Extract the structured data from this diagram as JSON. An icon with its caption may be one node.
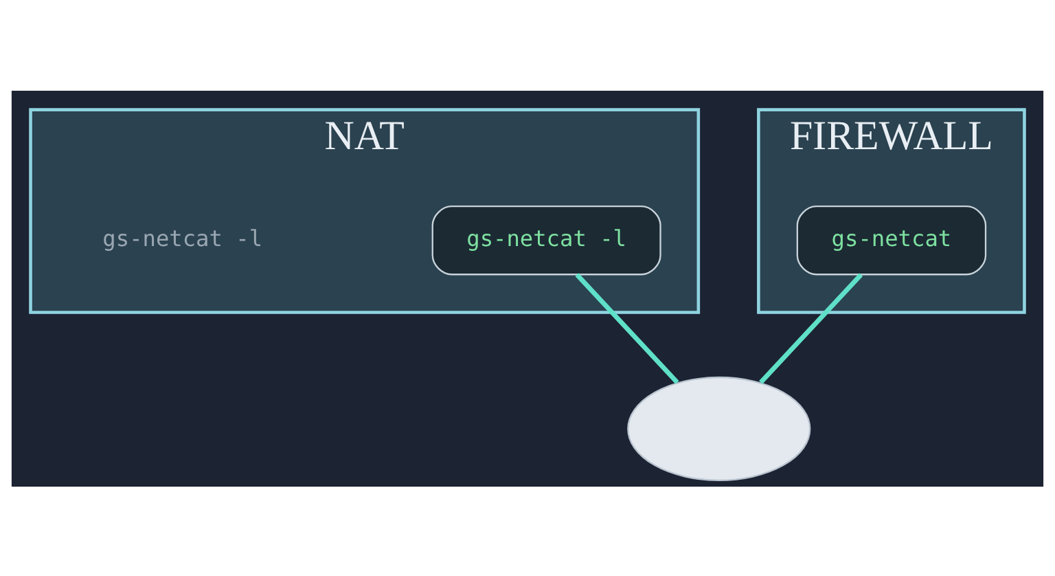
{
  "diagram": {
    "nodes": [
      {
        "text": [
          "NAT"
        ]
      },
      {
        "text": [
          "gs-netcat -l"
        ],
        "in": 0
      },
      {
        "text": [
          "FIREWALL"
        ]
      },
      {
        "text": [
          "gs-netcat"
        ],
        "in": 2
      },
      {
        "text": [],
        "shape": "cloud"
      }
    ],
    "edges": [
      {
        "from": 1,
        "to": 4,
        "arrow": "none"
      },
      {
        "from": 3,
        "to": 4,
        "arrow": "none"
      }
    ],
    "labels": [
      "gs-netcat -l"
    ]
  }
}
